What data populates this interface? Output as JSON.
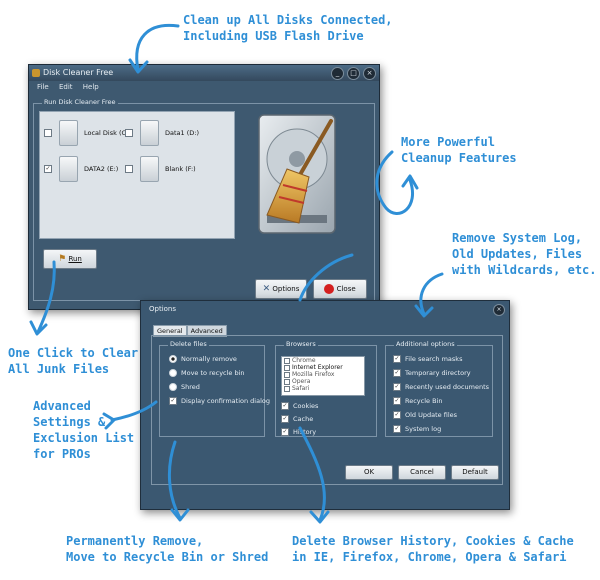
{
  "callouts": {
    "top": "Clean up All Disks Connected,\nIncluding USB Flash Drive",
    "cleanup": "More Powerful\nCleanup Features",
    "remove_log": "Remove System Log,\nOld Updates, Files\nwith Wildcards, etc.",
    "one_click": "One Click to Clear\nAll Junk Files",
    "advanced": "Advanced\nSettings &\nExclusion List\nfor PROs",
    "permanent": "Permanently Remove,\nMove to Recycle Bin or Shred",
    "browser": "Delete Browser History, Cookies & Cache\nin IE, Firefox, Chrome, Opera & Safari"
  },
  "main_window": {
    "title": "Disk Cleaner Free",
    "menu": [
      "File",
      "Edit",
      "Help"
    ],
    "group_title": "Run Disk Cleaner Free",
    "disks": [
      {
        "label": "Local Disk (C:)",
        "checked": false
      },
      {
        "label": "Data1 (D:)",
        "checked": false
      },
      {
        "label": "DATA2 (E:)",
        "checked": true
      },
      {
        "label": "Blank (F:)",
        "checked": false
      }
    ],
    "run_label": "Run",
    "options_label": "Options",
    "close_label": "Close",
    "win_buttons": [
      "_",
      "□",
      "×"
    ]
  },
  "options_window": {
    "title": "Options",
    "close": "×",
    "tabs": [
      "General",
      "Advanced"
    ],
    "delete_files": {
      "title": "Delete files",
      "radios": [
        {
          "label": "Normally remove",
          "selected": true
        },
        {
          "label": "Move to recycle bin",
          "selected": false
        },
        {
          "label": "Shred",
          "selected": false
        }
      ],
      "display_confirmation": "Display confirmation dialog",
      "display_checked": true
    },
    "browsers": {
      "title": "Browsers",
      "list": [
        {
          "label": "Chrome",
          "selected": false
        },
        {
          "label": "Internet Explorer",
          "selected": true
        },
        {
          "label": "Mozilla Firefox",
          "selected": false
        },
        {
          "label": "Opera",
          "selected": false
        },
        {
          "label": "Safari",
          "selected": false
        }
      ],
      "checks": [
        "Cookies",
        "Cache",
        "History"
      ]
    },
    "additional": {
      "title": "Additional options",
      "checks": [
        "File search masks",
        "Temporary directory",
        "Recently used documents",
        "Recycle Bin",
        "Old Update files",
        "System log"
      ]
    },
    "buttons": [
      "OK",
      "Cancel",
      "Default"
    ]
  },
  "colors": {
    "callout": "#2f8fd6",
    "window": "#3e5970",
    "close_red": "#d42020"
  }
}
